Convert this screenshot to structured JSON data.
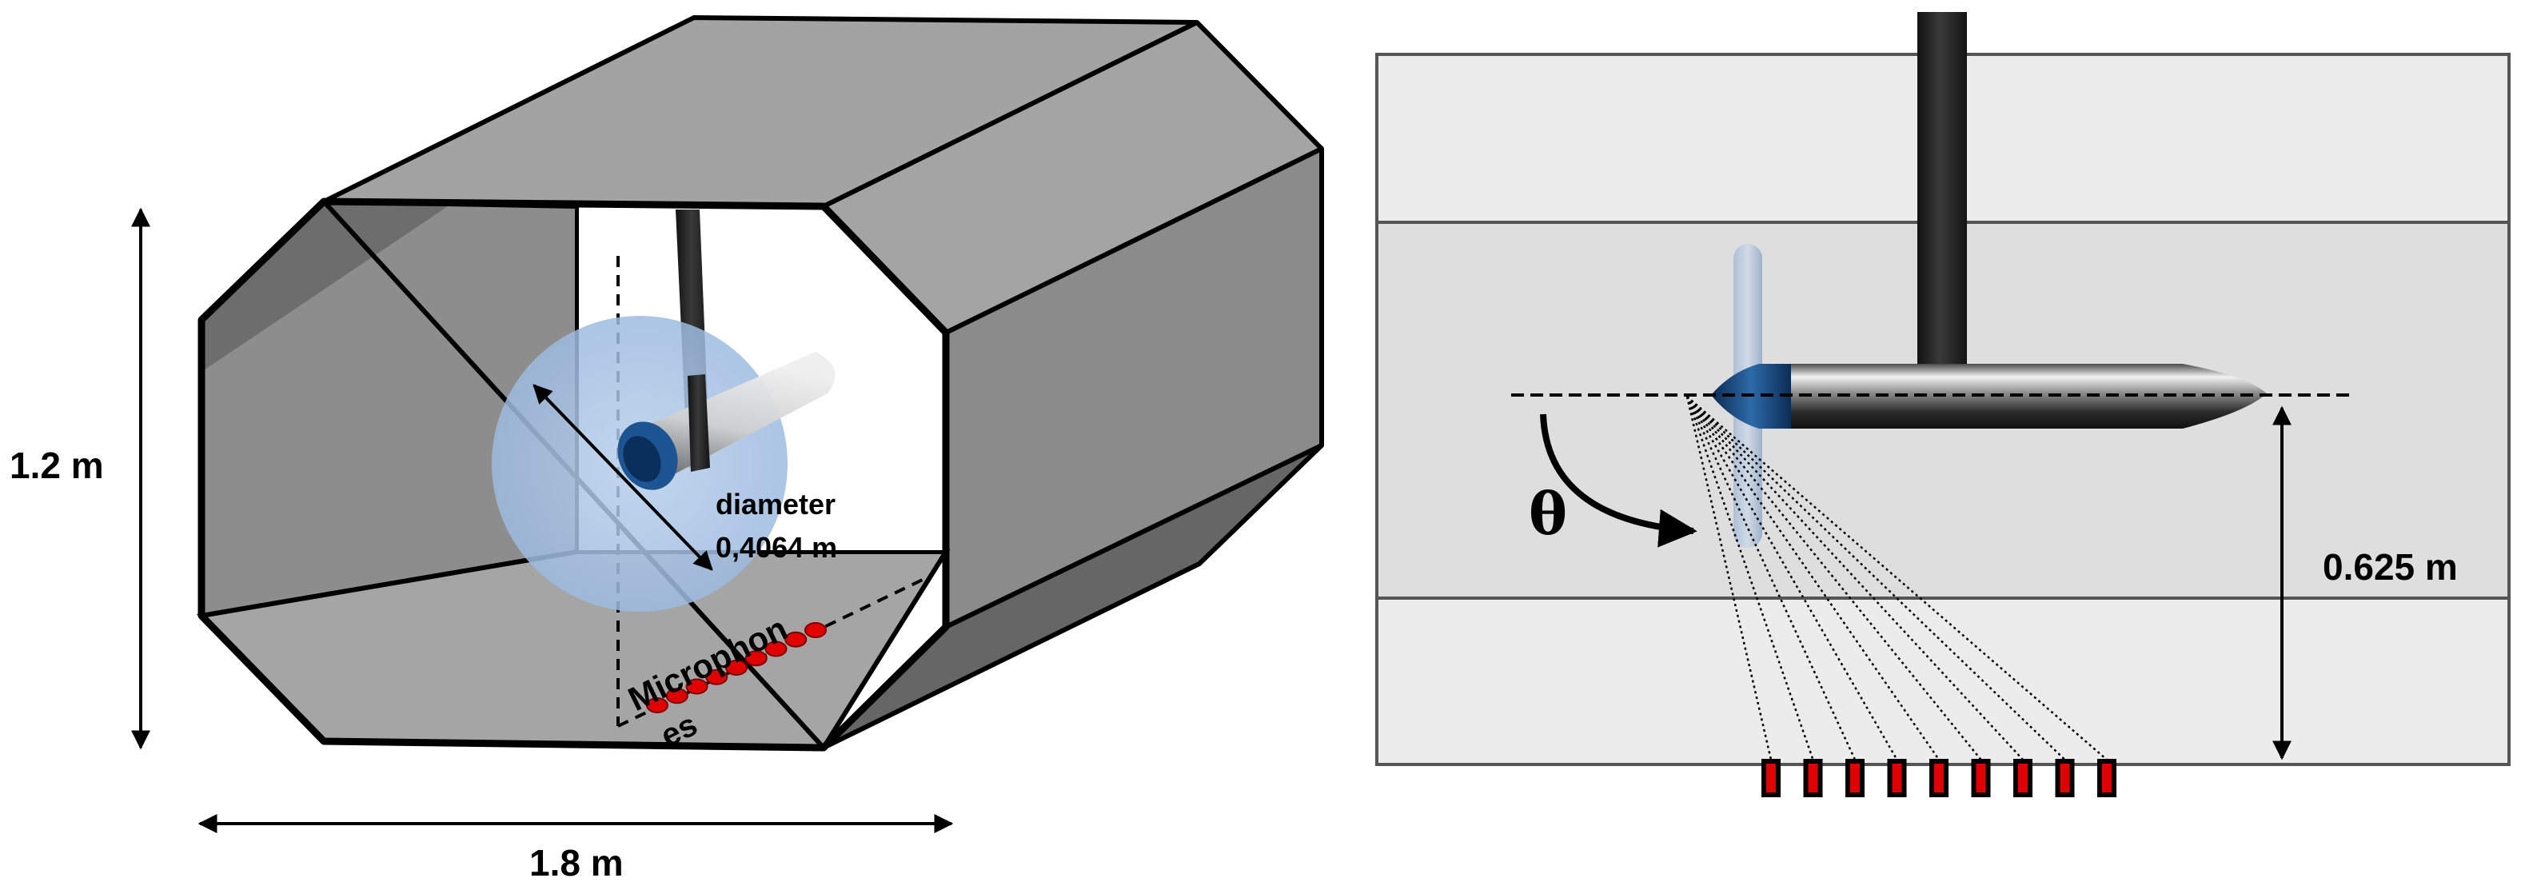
{
  "left_panel": {
    "height_label": "1.2 m",
    "width_label": "1.8 m",
    "diameter_label_line1": "diameter",
    "diameter_label_line2": "0,4064 m",
    "microphones_label_line1": "Microphon",
    "microphones_label_line2": "es"
  },
  "right_panel": {
    "angle_label": "θ",
    "distance_label": "0.625 m",
    "microphone_count": 9
  },
  "colors": {
    "wall_light": "#a2a2a2",
    "wall_mid": "#8a8a8a",
    "wall_dark": "#636363",
    "sphere": "#a9c4e4",
    "microphone": "#e00000",
    "panel_bg": "#ececec",
    "test_section_bg": "#dedede"
  }
}
